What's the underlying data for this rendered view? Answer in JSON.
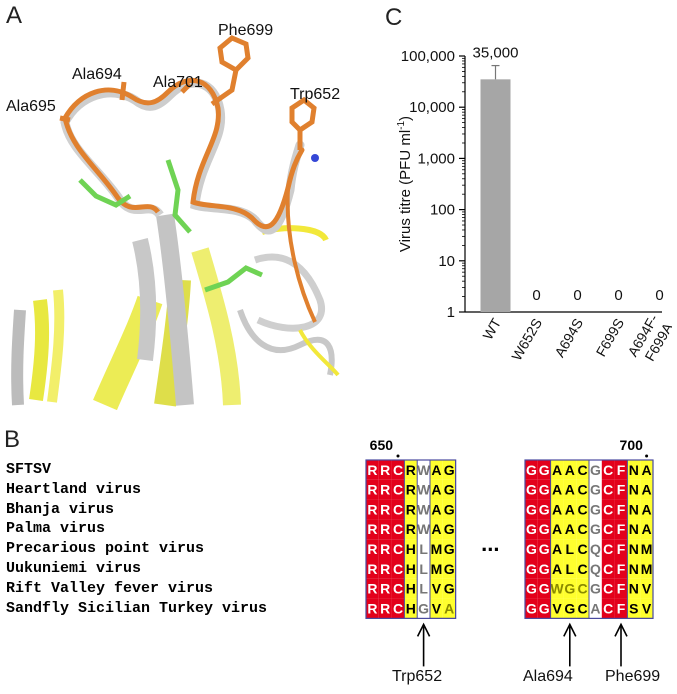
{
  "panels": {
    "a": "A",
    "b": "B",
    "c": "C"
  },
  "structure_labels": {
    "phe699": "Phe699",
    "ala694": "Ala694",
    "ala701": "Ala701",
    "ala695": "Ala695",
    "trp652": "Trp652"
  },
  "chart_data": {
    "type": "bar",
    "categories": [
      "WT",
      "W652S",
      "A694S",
      "F699S",
      "A694F-\nF699A"
    ],
    "values": [
      35000,
      0,
      0,
      0,
      0
    ],
    "data_labels": [
      "35,000",
      "0",
      "0",
      "0",
      "0"
    ],
    "error_upper": [
      65000,
      null,
      null,
      null,
      null
    ],
    "ylabel": "Virus titre (PFU ml",
    "ylabel_sup": "-1",
    "ylabel_close": ")",
    "yscale": "log",
    "ylim": [
      1,
      100000
    ],
    "yticks": [
      "1",
      "10",
      "100",
      "1,000",
      "10,000",
      "100,000"
    ],
    "bar_color": "#a6a6a6"
  },
  "alignment": {
    "position_marks": [
      "650",
      "700"
    ],
    "species": [
      "SFTSV",
      "Heartland virus",
      "Bhanja virus",
      "Palma virus",
      "Precarious point virus",
      "Uukuniemi virus",
      "Rift Valley fever virus",
      "Sandfly Sicilian Turkey virus"
    ],
    "block1": [
      "RRCRWAG",
      "RRCRWAG",
      "RRCRWAG",
      "RRCRWAG",
      "RRCHLMG",
      "RRCHLMG",
      "RRCHLVG",
      "RRCHGVA"
    ],
    "block2": [
      "GGAACGCFNA",
      "GGAACGCFNA",
      "GGAACGCFNA",
      "GGAACGCFNA",
      "GGALCQCFNM",
      "GGALCQCFNM",
      "GGWGCGCFNV",
      "GGVGCACFSV"
    ],
    "gap": "...",
    "arrows": [
      "Trp652",
      "Ala694",
      "Phe699"
    ]
  }
}
